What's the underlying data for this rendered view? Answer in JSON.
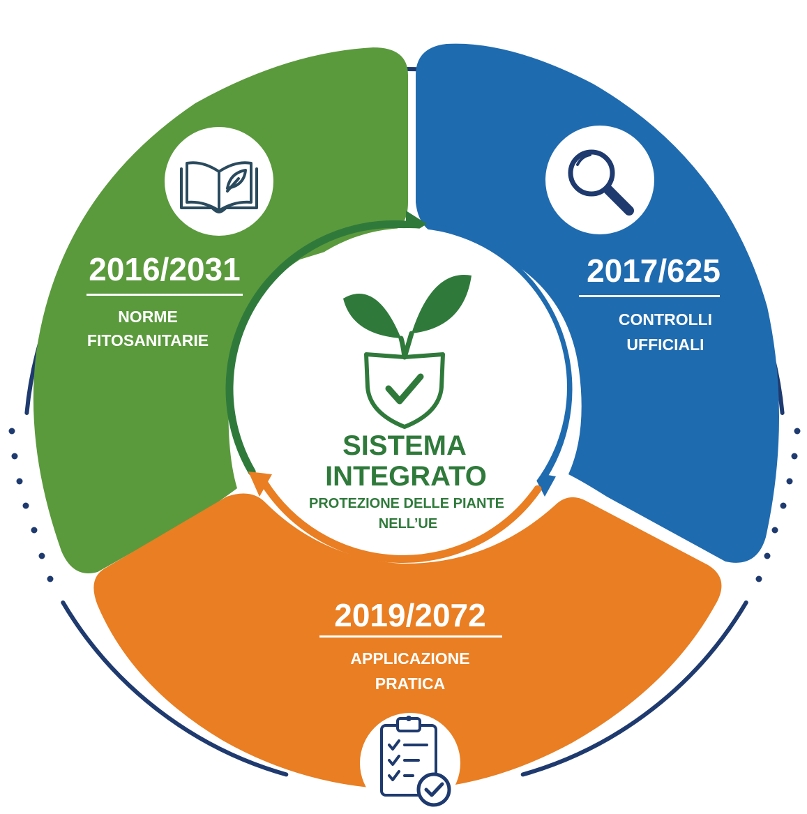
{
  "segments": [
    {
      "code": "2016/2031",
      "label_lines": [
        "NORME",
        "FITOSANITARIE"
      ],
      "icon": "book-leaf-icon",
      "color": "#5a9a3c"
    },
    {
      "code": "2017/625",
      "label_lines": [
        "CONTROLLI",
        "UFFICIALI"
      ],
      "icon": "magnifier-icon",
      "color": "#1f6bb0"
    },
    {
      "code": "2019/2072",
      "label_lines": [
        "APPLICAZIONE",
        "PRATICA"
      ],
      "icon": "clipboard-check-icon",
      "color": "#e97e22"
    }
  ],
  "center": {
    "title_lines": [
      "SISTEMA",
      "INTEGRATO"
    ],
    "subtitle_lines": [
      "PROTEZIONE DELLE PIANTE",
      "NELL’UE"
    ],
    "icon": "plant-shield-icon"
  },
  "colors": {
    "green": "#5a9a3c",
    "blue": "#1f6bb0",
    "orange": "#e97e22",
    "navy": "#1e3a6e",
    "dark_green": "#2f7a3b",
    "icon_stroke": "#2a4a5e"
  }
}
